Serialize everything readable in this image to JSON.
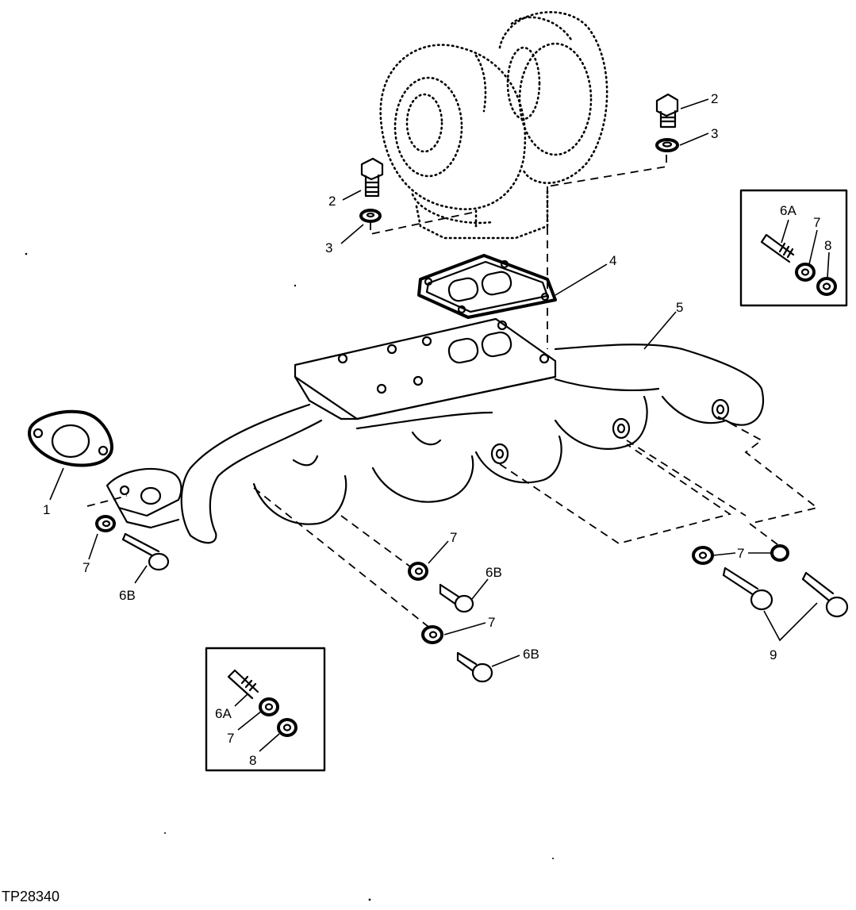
{
  "figure_id": "TP28340",
  "callouts": {
    "c1": "1",
    "c2_left": "2",
    "c2_right": "2",
    "c3_left": "3",
    "c3_right": "3",
    "c4": "4",
    "c5": "5",
    "c7_left": "7",
    "c6b_left": "6B",
    "c7_mid_upper": "7",
    "c6b_mid_upper": "6B",
    "c7_mid_lower": "7",
    "c6b_mid_lower": "6B",
    "c7_right": "7",
    "c9": "9"
  },
  "inset_top_right": {
    "c6a": "6A",
    "c7": "7",
    "c8": "8"
  },
  "inset_bottom_left": {
    "c6a": "6A",
    "c7": "7",
    "c8": "8"
  }
}
